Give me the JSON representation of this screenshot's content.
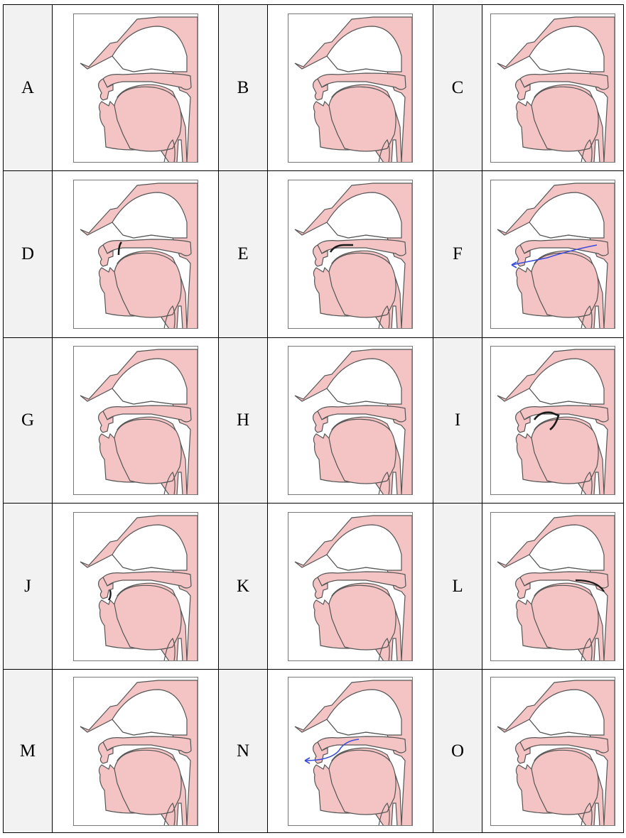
{
  "colors": {
    "tissue": "#f4c4c4",
    "outline": "#555555",
    "constriction": "#1a1a1a",
    "airflow": "#3b4cdb",
    "label_bg": "#f2f2f2"
  },
  "cells": [
    {
      "label": "A",
      "marks": []
    },
    {
      "label": "B",
      "marks": []
    },
    {
      "label": "C",
      "marks": []
    },
    {
      "label": "D",
      "marks": [
        "constriction-alveolar"
      ]
    },
    {
      "label": "E",
      "marks": [
        "constriction-alveolar"
      ]
    },
    {
      "label": "F",
      "marks": [
        "airflow-arrow"
      ]
    },
    {
      "label": "G",
      "marks": []
    },
    {
      "label": "H",
      "marks": []
    },
    {
      "label": "I",
      "marks": [
        "constriction-postalveolar"
      ]
    },
    {
      "label": "J",
      "marks": [
        "constriction-dental"
      ]
    },
    {
      "label": "K",
      "marks": []
    },
    {
      "label": "L",
      "marks": [
        "constriction-velar"
      ]
    },
    {
      "label": "M",
      "marks": []
    },
    {
      "label": "N",
      "marks": [
        "airflow-arrow"
      ]
    },
    {
      "label": "O",
      "marks": []
    }
  ]
}
